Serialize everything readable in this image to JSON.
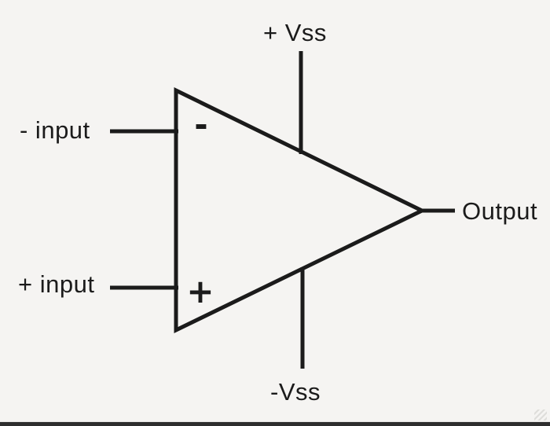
{
  "diagram": {
    "labels": {
      "positive_supply": "+ Vss",
      "inverting_input": "- input",
      "noninverting_input": "+ input",
      "output": "Output",
      "negative_supply": "-Vss"
    },
    "symbols": {
      "inverting": "-",
      "noninverting": "+"
    }
  },
  "colors": {
    "bg": "#f5f4f2",
    "line": "#1b1b1b",
    "text": "#1b1b1b",
    "bar": "#2e2e2e"
  }
}
